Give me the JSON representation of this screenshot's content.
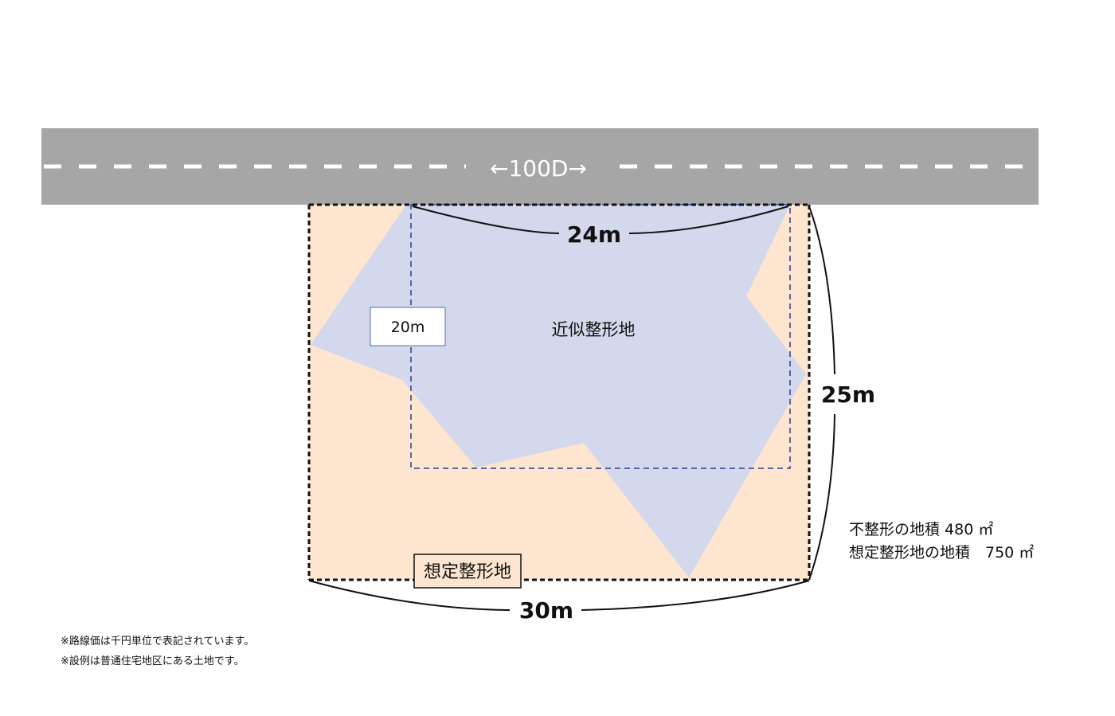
{
  "road": {
    "label": "←100D→",
    "color": "#a6a6a6"
  },
  "dimensions": {
    "frontage_width": "24m",
    "total_width": "30m",
    "depth": "25m",
    "inner_depth": "20m"
  },
  "labels": {
    "approx_regular_land": "近似整形地",
    "assumed_regular_land": "想定整形地"
  },
  "areas": {
    "irregular_area": "不整形の地積 480 ㎡",
    "assumed_area": "想定整形地の地積　750 ㎡"
  },
  "notes": [
    "※路線価は千円単位で表記されています。",
    "※設例は普通住宅地区にある土地です。"
  ],
  "colors": {
    "assumed_fill": "#fde5cf",
    "irregular_fill": "#d3d8ec",
    "approx_border": "#2d3a8c",
    "line": "#111111"
  }
}
